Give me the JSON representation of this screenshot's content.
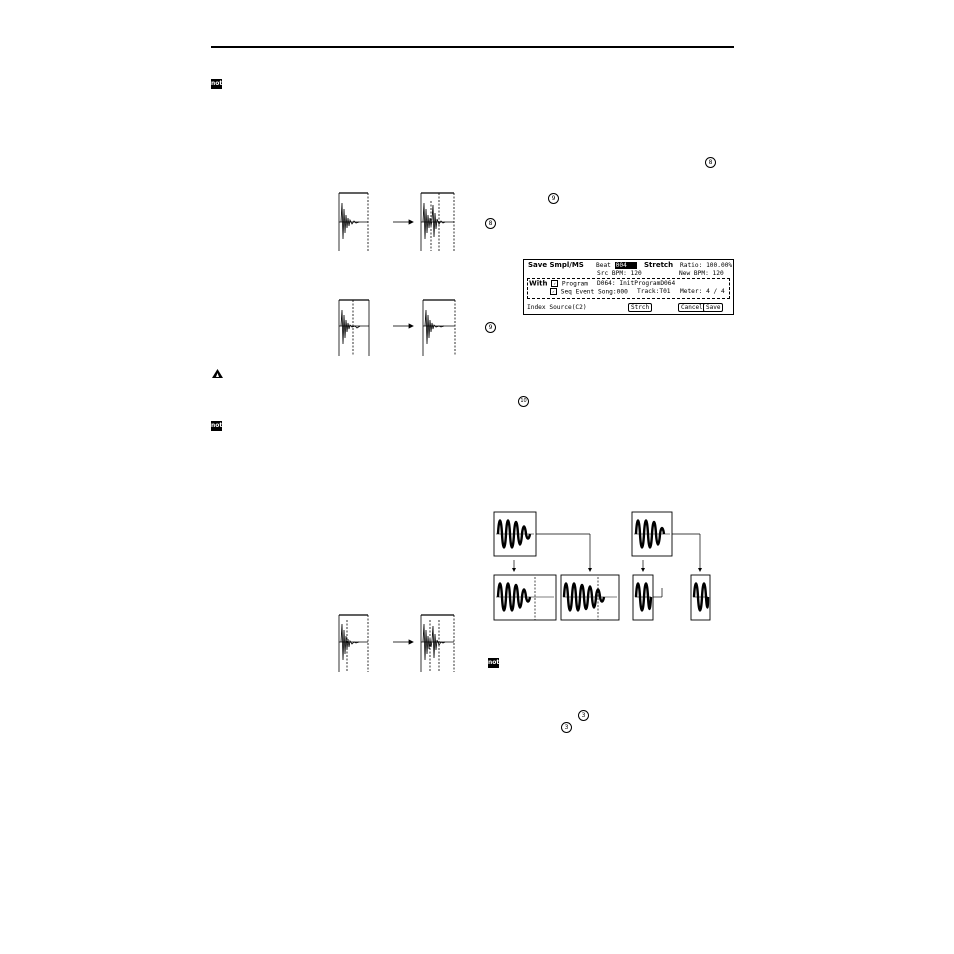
{
  "note_label": "note",
  "circled": {
    "c8": "8",
    "c9": "9",
    "c10": "10",
    "c3": "3"
  },
  "lcd": {
    "title": "Save Smpl/MS",
    "beat_label": "Beat",
    "beat_value": "004",
    "stretch_label": "Stretch",
    "ratio": "Ratio: 100.00%",
    "src_bpm": "Src BPM: 120",
    "new_bpm": "New BPM: 120",
    "with_label": "With",
    "program_label": "Program",
    "program_value": "D064: InitProgramD064",
    "seq_label": "Seq Event",
    "song": "Song:000",
    "track": "Track:T01",
    "meter": "Meter: 4 / 4",
    "index_source": "Index Source(C2)",
    "btn_stretch": "Strch",
    "btn_cancel": "Cancel",
    "btn_save": "Save"
  },
  "colors": {
    "ink": "#000000",
    "paper": "#ffffff"
  }
}
